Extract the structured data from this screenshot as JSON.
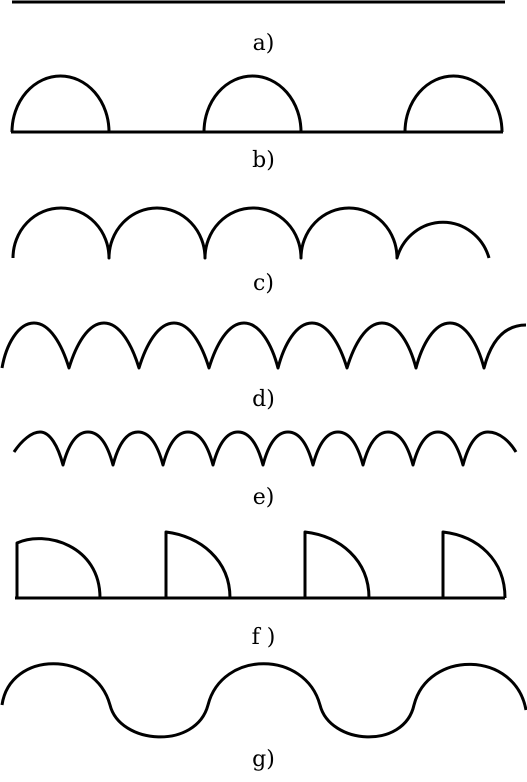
{
  "panels": [
    {
      "id": "a",
      "label": "a)"
    },
    {
      "id": "b",
      "label": "b)"
    },
    {
      "id": "c",
      "label": "c)"
    },
    {
      "id": "d",
      "label": "d)"
    },
    {
      "id": "e",
      "label": "e)"
    },
    {
      "id": "f",
      "label": "f )"
    },
    {
      "id": "g",
      "label": "g)"
    }
  ],
  "colors": {
    "stroke": "#000000",
    "background": "#ffffff"
  }
}
